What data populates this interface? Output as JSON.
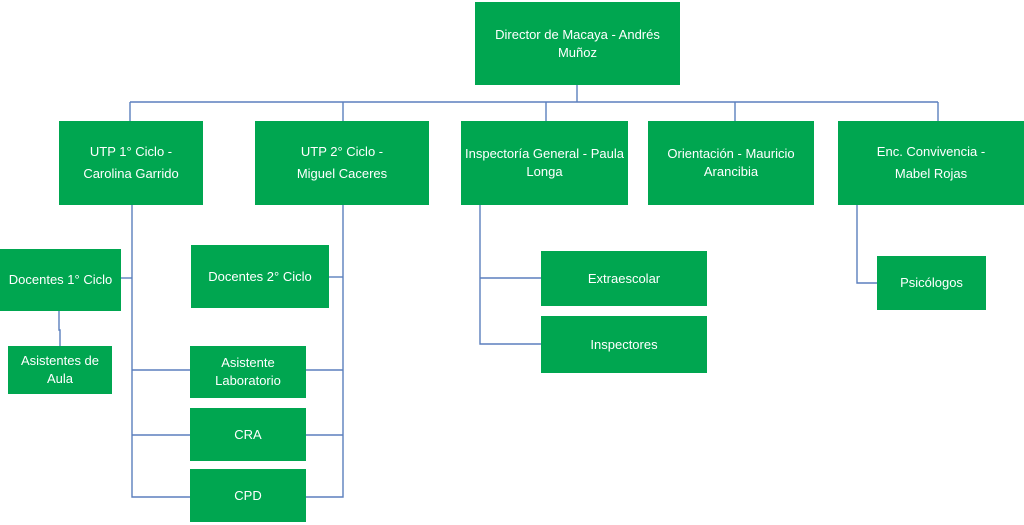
{
  "org_chart": {
    "line_color": "#5b7fbd",
    "box_color": "#00a650",
    "text_color": "#ffffff",
    "nodes": {
      "director": "Director de Macaya - Andrés\nMuñoz",
      "utp1": "UTP 1° Ciclo -\nCarolina  Garrido",
      "utp2": "UTP 2° Ciclo -\nMiguel Caceres",
      "inspectoria": "Inspectoría General - Paula\nLonga",
      "orientacion": "Orientación - Mauricio\nArancibia",
      "convivencia": "Enc. Convivencia -\nMabel Rojas",
      "docentes1": "Docentes 1° Ciclo",
      "asistentes_aula": "Asistentes de\nAula",
      "docentes2": "Docentes 2° Ciclo",
      "asistente_lab": "Asistente\nLaboratorio",
      "cra": "CRA",
      "cpd": "CPD",
      "extraescolar": "Extraescolar",
      "inspectores": "Inspectores",
      "psicologos": "Psicólogos"
    }
  }
}
